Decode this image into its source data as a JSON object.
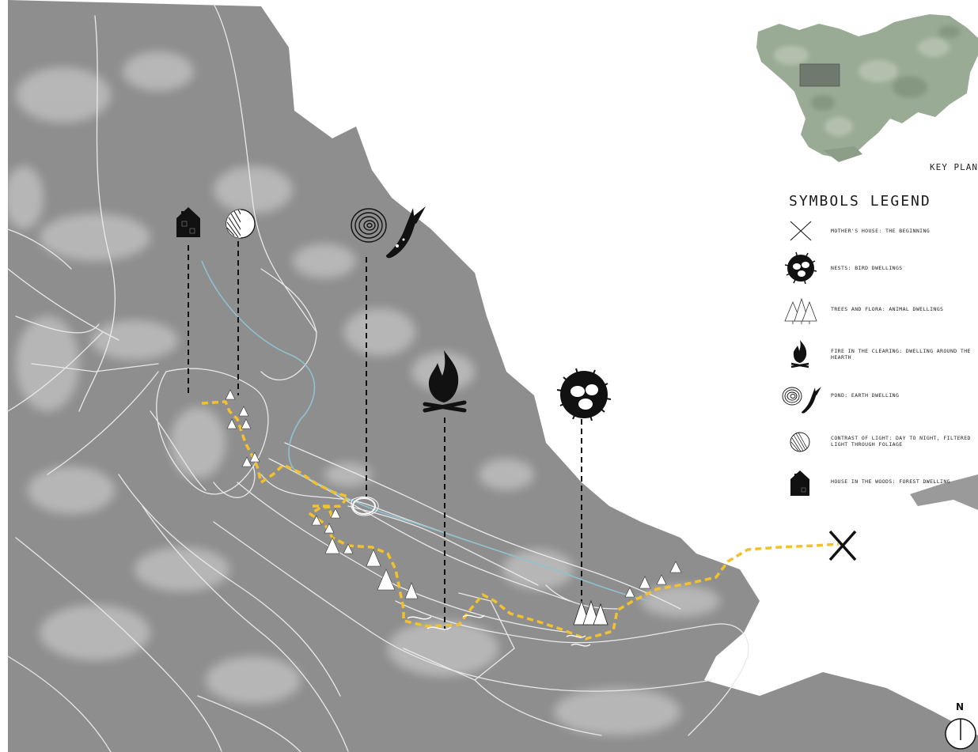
{
  "key_plan": {
    "label": "KEY PLAN"
  },
  "legend": {
    "title": "SYMBOLS LEGEND",
    "items": [
      {
        "icon": "cross-icon",
        "label": "MOTHER'S HOUSE: THE BEGINNING"
      },
      {
        "icon": "nest-icon",
        "label": "NESTS: BIRD DWELLINGS"
      },
      {
        "icon": "trees-icon",
        "label": "TREES AND FLORA: ANIMAL DWELLINGS"
      },
      {
        "icon": "fire-icon",
        "label": "FIRE IN THE CLEARING: DWELLING AROUND THE HEARTH"
      },
      {
        "icon": "pond-fish-icon",
        "label": "POND: EARTH DWELLING"
      },
      {
        "icon": "light-contrast-icon",
        "label": "CONTRAST OF LIGHT: DAY TO NIGHT, FILTERED LIGHT THROUGH FOLIAGE"
      },
      {
        "icon": "house-icon",
        "label": "HOUSE IN THE WOODS: FOREST DWELLING"
      }
    ]
  },
  "north_arrow": {
    "label": "N"
  },
  "colors": {
    "terrain": "#8c8c8c",
    "terrain_light": "#bdbdbd",
    "path": "#f2c12e",
    "stream": "#8fc1cf",
    "roads": "#e8e8e8",
    "keyplan_green": "#8fa38a"
  }
}
